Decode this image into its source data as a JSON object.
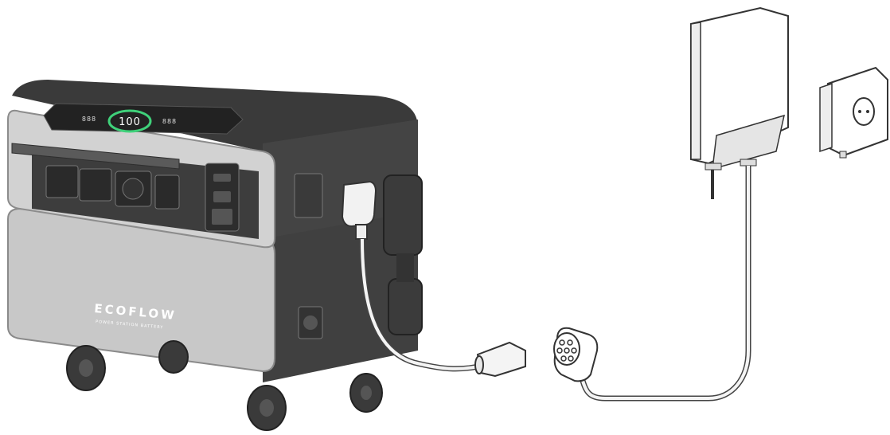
{
  "scene": {
    "brand_logo": "ECOFLOW",
    "brand_subline": "POWER STATION BATTERY",
    "display": {
      "battery_percent": "100",
      "left_readout": "888",
      "right_readout": "888"
    }
  },
  "colors": {
    "dark_body": "#3a3a3a",
    "mid_body": "#4a4a4a",
    "light_panel": "#c9c9c9",
    "highlight": "#dcdcdc",
    "screen": "#222222",
    "accent_green": "#3fd17a",
    "outline": "#6e6e6e"
  }
}
